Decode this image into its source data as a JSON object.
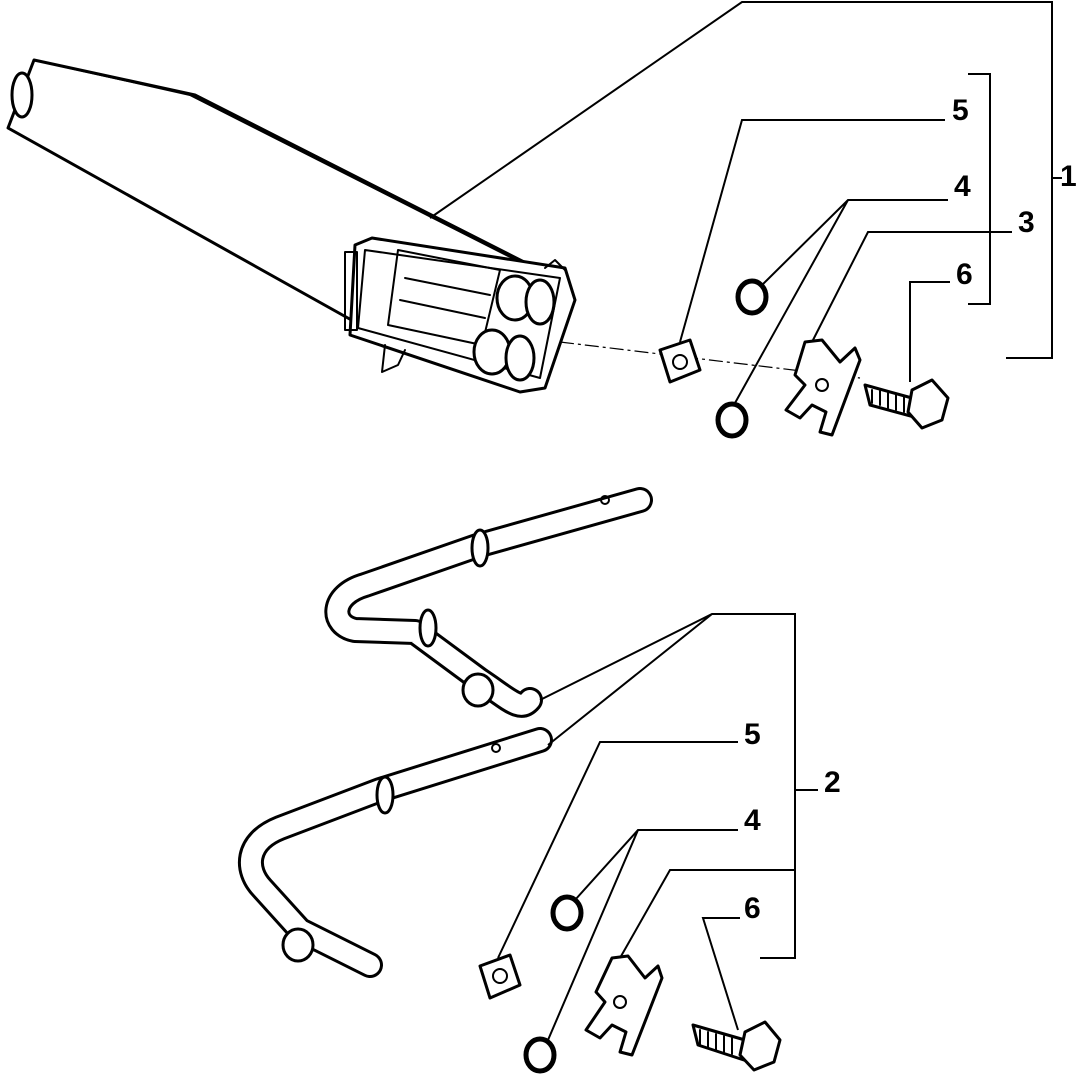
{
  "diagram": {
    "callouts": {
      "group_1": "1",
      "group_2": "2",
      "part_3": "3",
      "part_4_top": "4",
      "part_5_top": "5",
      "part_6_top": "6",
      "part_4_bottom": "4",
      "part_5_bottom": "5",
      "part_6_bottom": "6"
    }
  }
}
